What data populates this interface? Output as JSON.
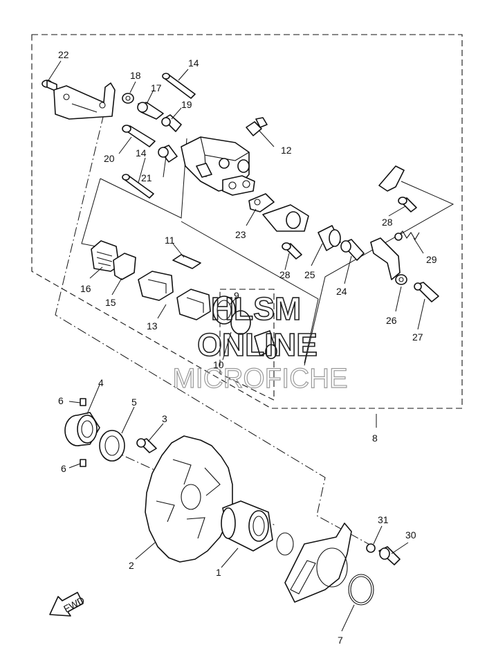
{
  "watermark": {
    "line1": "HLSM",
    "line2": "ONLINE",
    "line3": "MICROFICHE"
  },
  "fwd_label": "FWD",
  "callouts": [
    {
      "id": "c1",
      "text": "1"
    },
    {
      "id": "c2",
      "text": "2"
    },
    {
      "id": "c3",
      "text": "3"
    },
    {
      "id": "c4",
      "text": "4"
    },
    {
      "id": "c5",
      "text": "5"
    },
    {
      "id": "c6a",
      "text": "6"
    },
    {
      "id": "c6b",
      "text": "6"
    },
    {
      "id": "c7",
      "text": "7"
    },
    {
      "id": "c8",
      "text": "8"
    },
    {
      "id": "c9",
      "text": "9"
    },
    {
      "id": "c10",
      "text": "10"
    },
    {
      "id": "c11",
      "text": "11"
    },
    {
      "id": "c12",
      "text": "12"
    },
    {
      "id": "c13",
      "text": "13"
    },
    {
      "id": "c14a",
      "text": "14"
    },
    {
      "id": "c14b",
      "text": "14"
    },
    {
      "id": "c15",
      "text": "15"
    },
    {
      "id": "c16",
      "text": "16"
    },
    {
      "id": "c17",
      "text": "17"
    },
    {
      "id": "c18",
      "text": "18"
    },
    {
      "id": "c19",
      "text": "19"
    },
    {
      "id": "c20",
      "text": "20"
    },
    {
      "id": "c21",
      "text": "21"
    },
    {
      "id": "c22",
      "text": "22"
    },
    {
      "id": "c23",
      "text": "23"
    },
    {
      "id": "c24",
      "text": "24"
    },
    {
      "id": "c25",
      "text": "25"
    },
    {
      "id": "c26",
      "text": "26"
    },
    {
      "id": "c27",
      "text": "27"
    },
    {
      "id": "c28a",
      "text": "28"
    },
    {
      "id": "c28b",
      "text": "28"
    },
    {
      "id": "c29",
      "text": "29"
    },
    {
      "id": "c30",
      "text": "30"
    },
    {
      "id": "c31",
      "text": "31"
    }
  ]
}
